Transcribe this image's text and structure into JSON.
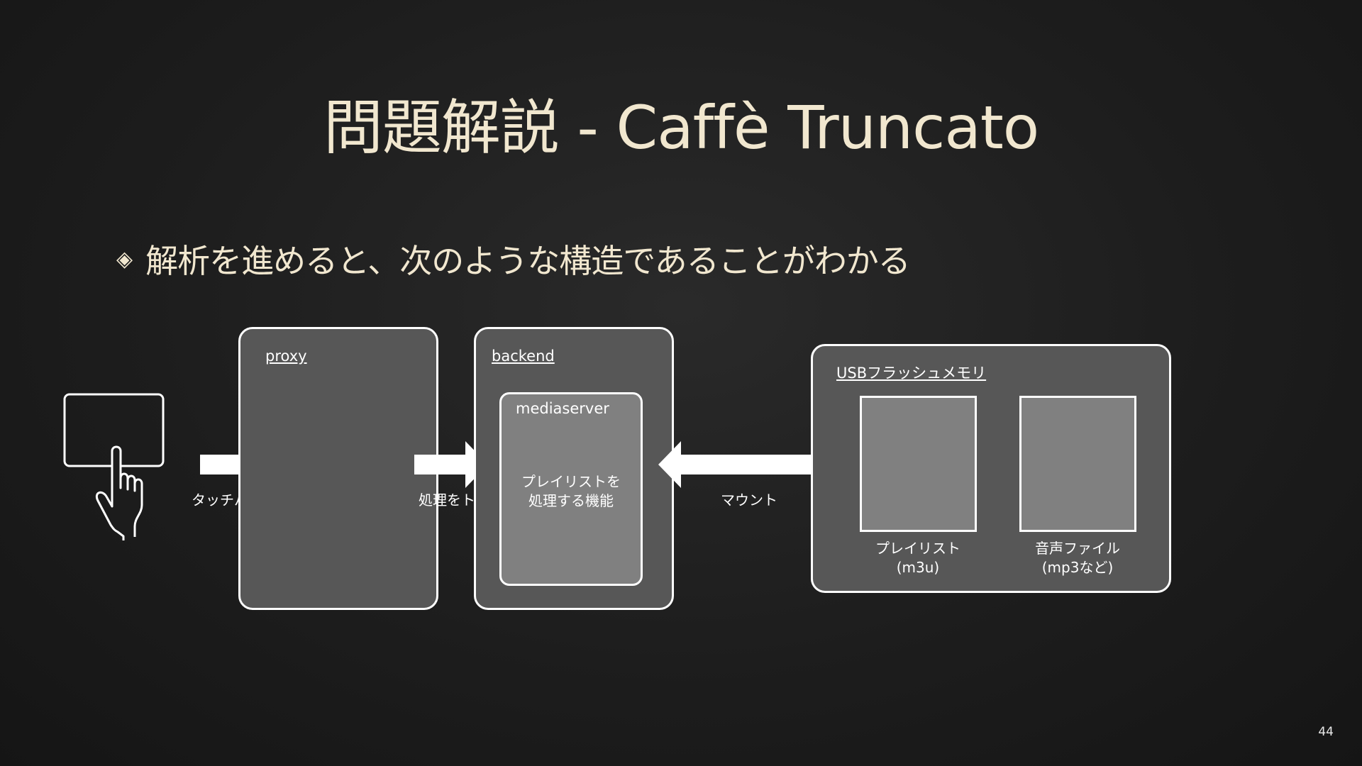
{
  "slide": {
    "title": "問題解説 - Caffè Truncato",
    "bullet_marker": "◈",
    "bullet_text": "解析を進めると、次のような構造であることがわかる",
    "page_number": "44"
  },
  "diagram": {
    "proxy": {
      "label": "proxy"
    },
    "backend": {
      "label": "backend",
      "mediaserver": {
        "label": "mediaserver",
        "description": "プレイリストを\n処理する機能"
      }
    },
    "usb": {
      "label": "USBフラッシュメモリ",
      "playlist": {
        "caption": "プレイリスト\n(m3u)"
      },
      "audio": {
        "caption": "音声ファイル\n(mp3など)"
      }
    },
    "arrows": {
      "touch": "タッチパネル操作",
      "trigger": "処理をトリガ",
      "mount": "マウント"
    }
  },
  "colors": {
    "background": "#1c1c1c",
    "title": "#f1e7cf",
    "box_fill": "#575757",
    "inner_fill": "#808080",
    "stroke": "#ffffff"
  },
  "icons": {
    "hand": "touch-hand-icon",
    "arrow_right": "arrow-right-icon",
    "arrow_left": "arrow-left-icon",
    "bullet": "diamond-bullet-icon"
  }
}
